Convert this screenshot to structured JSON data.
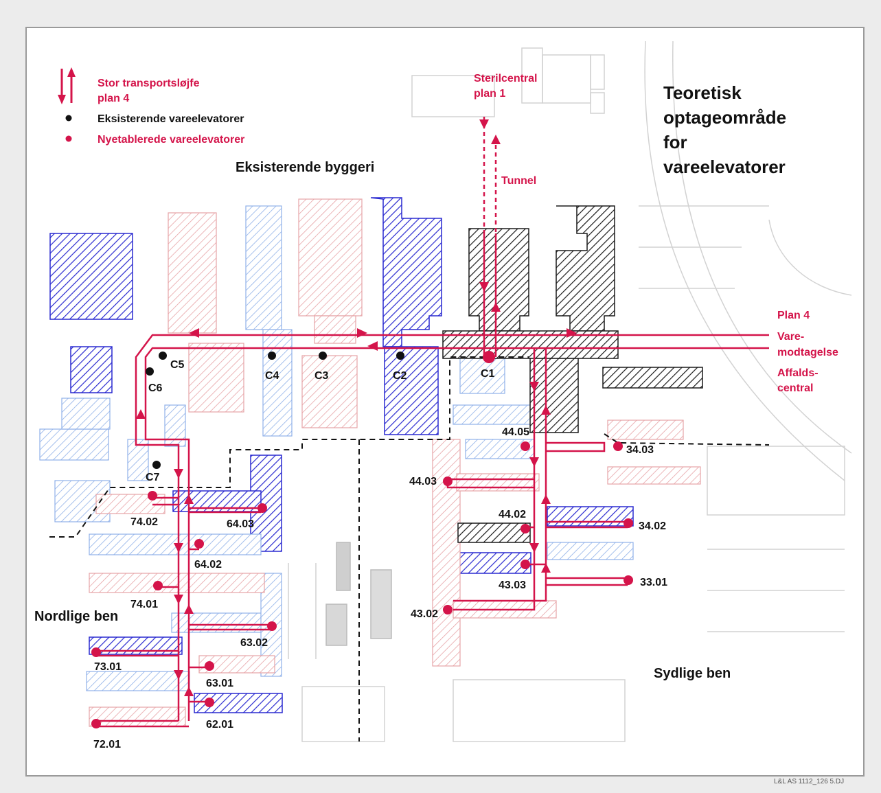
{
  "colors": {
    "route_red": "#d4144a",
    "existing_blue": "#2a2ad0",
    "planned_blue": "#8fb0e8",
    "planned_pink": "#e7a3a6",
    "existing_black": "#1a1a1a",
    "base_lines": "#c8c8c8"
  },
  "legend": {
    "loop_line1": "Stor transportsløjfe",
    "loop_line2": "plan 4",
    "existing_elevators": "Eksisterende vareelevatorer",
    "new_elevators": "Nyetablerede vareelevatorer",
    "icons": [
      "double-arrow-icon",
      "black-dot-icon",
      "red-dot-icon"
    ]
  },
  "title": {
    "line1": "Teoretisk",
    "line2": "optageområde",
    "line3": "for",
    "line4": "vareelevatorer"
  },
  "labels": {
    "existing_buildings": "Eksisterende byggeri",
    "steril_line1": "Sterilcentral",
    "steril_line2": "plan 1",
    "tunnel": "Tunnel",
    "plan4": "Plan 4",
    "vare1": "Vare-",
    "vare2": "modtagelse",
    "affald1": "Affalds-",
    "affald2": "central",
    "north": "Nordlige ben",
    "south": "Sydlige ben"
  },
  "existing_elevators": [
    "C1",
    "C2",
    "C3",
    "C4",
    "C5",
    "C6",
    "C7"
  ],
  "new_elevators": [
    "74.02",
    "64.03",
    "64.02",
    "74.01",
    "63.02",
    "73.01",
    "63.01",
    "62.01",
    "72.01",
    "44.05",
    "44.03",
    "44.02",
    "43.03",
    "43.02",
    "34.03",
    "34.02",
    "33.01"
  ],
  "credit": "L&L AS 1112_126 5.DJ"
}
